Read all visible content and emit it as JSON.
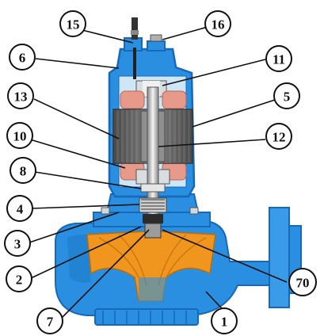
{
  "callouts": {
    "c15": "15",
    "c16": "16",
    "c6": "6",
    "c11": "11",
    "c13": "13",
    "c5": "5",
    "c10": "10",
    "c12": "12",
    "c8": "8",
    "c4": "4",
    "c3": "3",
    "c2": "2",
    "c70": "70",
    "c7": "7",
    "c1": "1"
  },
  "colors": {
    "housing": "#2a8fe0",
    "housing_dark": "#1569b8",
    "impeller": "#f0961e",
    "stator": "#6e6e6e",
    "winding": "#e89a8a",
    "shaft": "#d8d8d8"
  }
}
